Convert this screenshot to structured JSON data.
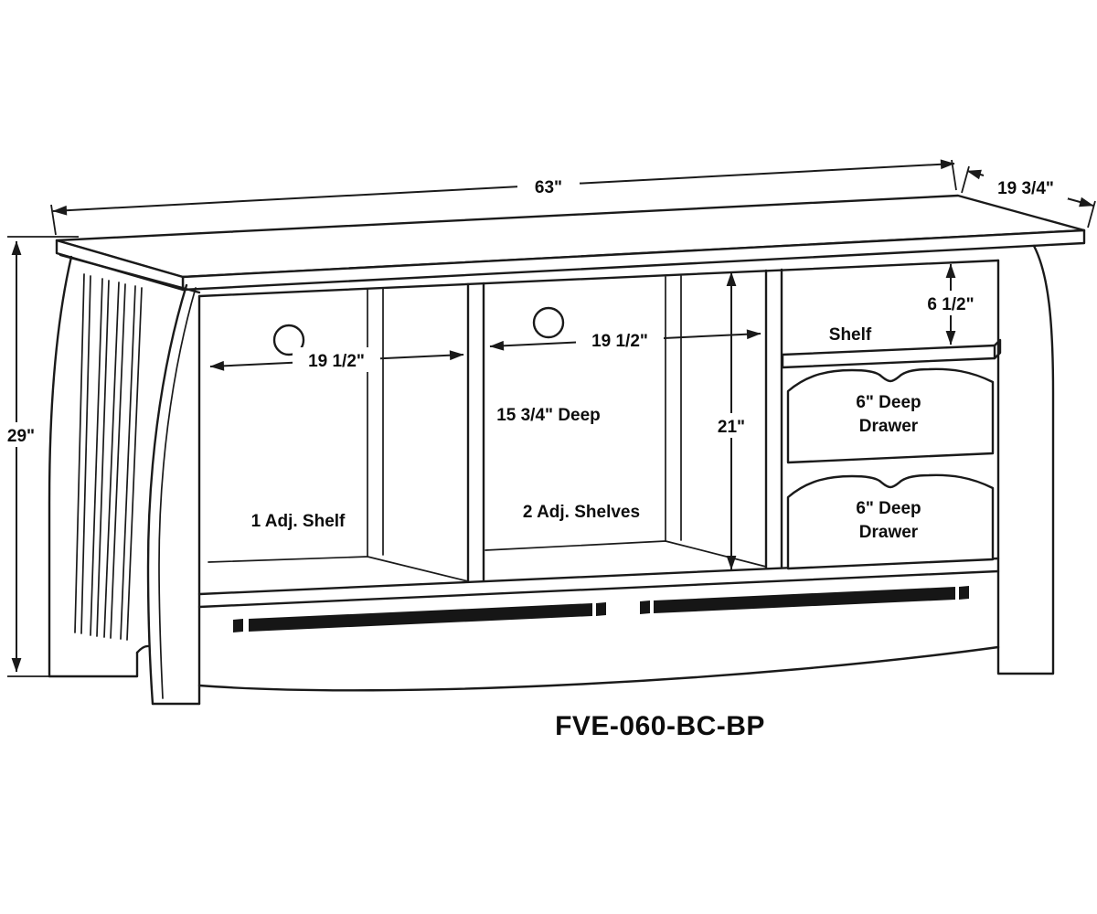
{
  "title": {
    "model_number": "FVE-060-BC-BP"
  },
  "dimensions": {
    "overall_width": "63\"",
    "overall_depth": "19 3/4\"",
    "overall_height": "29\"",
    "left_opening_width": "19 1/2\"",
    "center_opening_width": "19 1/2\"",
    "interior_height": "21\"",
    "upper_right_opening_height": "6 1/2\""
  },
  "labels": {
    "left_bay": "1 Adj. Shelf",
    "center_bay": "2 Adj. Shelves",
    "center_depth": "15 3/4\" Deep",
    "right_shelf": "Shelf",
    "upper_drawer_line1": "6\" Deep",
    "upper_drawer_line2": "Drawer",
    "lower_drawer_line1": "6\" Deep",
    "lower_drawer_line2": "Drawer"
  },
  "colors": {
    "line": "#1a1a1a",
    "vent": "#161616",
    "background": "#ffffff"
  }
}
